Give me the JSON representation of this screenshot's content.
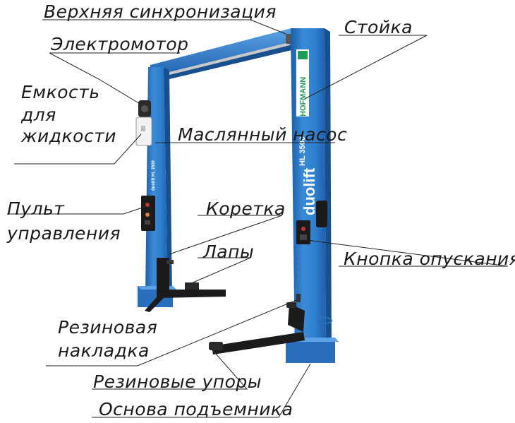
{
  "labels": {
    "top_sync": "Верхняя синхронизация",
    "motor": "Электромотор",
    "tank_line1": "Емкость",
    "tank_line2": "для",
    "tank_line3": "жидкости",
    "post": "Стойка",
    "oil_pump": "Маслянный насос",
    "control_line1": "Пульт",
    "control_line2": "управления",
    "carriage": "Коретка",
    "arms": "Лапы",
    "lower_button": "Кнопка опускания",
    "rubber_pad_line1": "Резиновая",
    "rubber_pad_line2": "накладка",
    "rubber_stops": "Резиновые упоры",
    "base": "Основа подъемника"
  },
  "product": {
    "brand": "duolift",
    "model": "HL 3500",
    "maker": "HOFMANN"
  },
  "colors": {
    "post_blue": "#2f7fd0",
    "post_dark": "#1c5ea8",
    "post_light": "#5aa3e6",
    "text": "#1a1a1a",
    "leader_line": "#222222",
    "panel": "#1b1b1b",
    "tank": "#f2f2f2"
  }
}
